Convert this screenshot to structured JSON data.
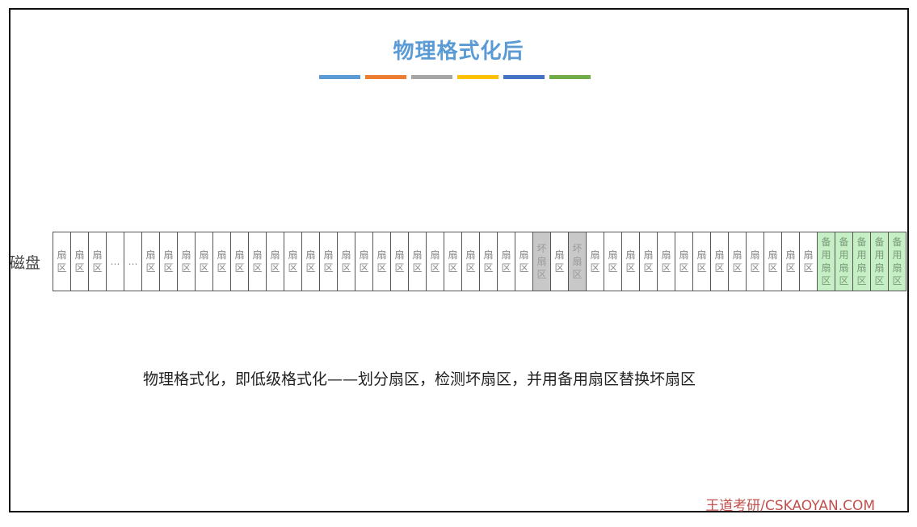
{
  "title": "物理格式化后",
  "color_bars": [
    {
      "color": "#5b9bd5"
    },
    {
      "color": "#ed7d31"
    },
    {
      "color": "#a5a5a5"
    },
    {
      "color": "#ffc000"
    },
    {
      "color": "#4472c4"
    },
    {
      "color": "#70ad47"
    }
  ],
  "disk_label": "磁盘",
  "sectors": [
    {
      "type": "normal",
      "lines": [
        "扇",
        "区"
      ]
    },
    {
      "type": "normal",
      "lines": [
        "扇",
        "区"
      ]
    },
    {
      "type": "normal",
      "lines": [
        "扇",
        "区"
      ]
    },
    {
      "type": "ellipsis",
      "lines": [
        "…"
      ]
    },
    {
      "type": "ellipsis",
      "lines": [
        "…"
      ]
    },
    {
      "type": "normal",
      "lines": [
        "扇",
        "区"
      ]
    },
    {
      "type": "normal",
      "lines": [
        "扇",
        "区"
      ]
    },
    {
      "type": "normal",
      "lines": [
        "扇",
        "区"
      ]
    },
    {
      "type": "normal",
      "lines": [
        "扇",
        "区"
      ]
    },
    {
      "type": "normal",
      "lines": [
        "扇",
        "区"
      ]
    },
    {
      "type": "normal",
      "lines": [
        "扇",
        "区"
      ]
    },
    {
      "type": "normal",
      "lines": [
        "扇",
        "区"
      ]
    },
    {
      "type": "normal",
      "lines": [
        "扇",
        "区"
      ]
    },
    {
      "type": "normal",
      "lines": [
        "扇",
        "区"
      ]
    },
    {
      "type": "normal",
      "lines": [
        "扇",
        "区"
      ]
    },
    {
      "type": "normal",
      "lines": [
        "扇",
        "区"
      ]
    },
    {
      "type": "normal",
      "lines": [
        "扇",
        "区"
      ]
    },
    {
      "type": "normal",
      "lines": [
        "扇",
        "区"
      ]
    },
    {
      "type": "normal",
      "lines": [
        "扇",
        "区"
      ]
    },
    {
      "type": "normal",
      "lines": [
        "扇",
        "区"
      ]
    },
    {
      "type": "normal",
      "lines": [
        "扇",
        "区"
      ]
    },
    {
      "type": "normal",
      "lines": [
        "扇",
        "区"
      ]
    },
    {
      "type": "normal",
      "lines": [
        "扇",
        "区"
      ]
    },
    {
      "type": "normal",
      "lines": [
        "扇",
        "区"
      ]
    },
    {
      "type": "normal",
      "lines": [
        "扇",
        "区"
      ]
    },
    {
      "type": "normal",
      "lines": [
        "扇",
        "区"
      ]
    },
    {
      "type": "normal",
      "lines": [
        "扇",
        "区"
      ]
    },
    {
      "type": "bad",
      "lines": [
        "坏",
        "扇",
        "区"
      ]
    },
    {
      "type": "normal",
      "lines": [
        "扇",
        "区"
      ]
    },
    {
      "type": "bad",
      "lines": [
        "坏",
        "扇",
        "区"
      ]
    },
    {
      "type": "normal",
      "lines": [
        "扇",
        "区"
      ]
    },
    {
      "type": "normal",
      "lines": [
        "扇",
        "区"
      ]
    },
    {
      "type": "normal",
      "lines": [
        "扇",
        "区"
      ]
    },
    {
      "type": "normal",
      "lines": [
        "扇",
        "区"
      ]
    },
    {
      "type": "normal",
      "lines": [
        "扇",
        "区"
      ]
    },
    {
      "type": "normal",
      "lines": [
        "扇",
        "区"
      ]
    },
    {
      "type": "normal",
      "lines": [
        "扇",
        "区"
      ]
    },
    {
      "type": "normal",
      "lines": [
        "扇",
        "区"
      ]
    },
    {
      "type": "normal",
      "lines": [
        "扇",
        "区"
      ]
    },
    {
      "type": "normal",
      "lines": [
        "扇",
        "区"
      ]
    },
    {
      "type": "normal",
      "lines": [
        "扇",
        "区"
      ]
    },
    {
      "type": "normal",
      "lines": [
        "扇",
        "区"
      ]
    },
    {
      "type": "normal",
      "lines": [
        "扇",
        "区"
      ]
    },
    {
      "type": "spare",
      "lines": [
        "备",
        "用",
        "扇",
        "区"
      ]
    },
    {
      "type": "spare",
      "lines": [
        "备",
        "用",
        "扇",
        "区"
      ]
    },
    {
      "type": "spare",
      "lines": [
        "备",
        "用",
        "扇",
        "区"
      ]
    },
    {
      "type": "spare",
      "lines": [
        "备",
        "用",
        "扇",
        "区"
      ]
    },
    {
      "type": "spare",
      "lines": [
        "备",
        "用",
        "扇",
        "区"
      ]
    }
  ],
  "caption": "物理格式化，即低级格式化——划分扇区，检测坏扇区，并用备用扇区替换坏扇区",
  "brand": "王道考研/CSKAOYAN.COM"
}
